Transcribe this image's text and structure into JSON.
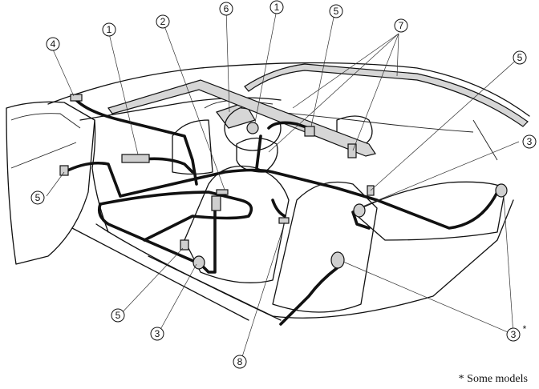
{
  "diagram": {
    "title": "SRS airbag system component layout",
    "callouts": [
      {
        "id": "c4a",
        "label": "4"
      },
      {
        "id": "c1a",
        "label": "1"
      },
      {
        "id": "c2a",
        "label": "2"
      },
      {
        "id": "c6a",
        "label": "6"
      },
      {
        "id": "c1b",
        "label": "1"
      },
      {
        "id": "c5a",
        "label": "5"
      },
      {
        "id": "c7a",
        "label": "7"
      },
      {
        "id": "c5b",
        "label": "5"
      },
      {
        "id": "c3a",
        "label": "3"
      },
      {
        "id": "c5c",
        "label": "5"
      },
      {
        "id": "c5d",
        "label": "5"
      },
      {
        "id": "c3b",
        "label": "3"
      },
      {
        "id": "c8a",
        "label": "8"
      },
      {
        "id": "c3c",
        "label": "3",
        "suffix": "*"
      }
    ],
    "footnote": "* Some models"
  }
}
